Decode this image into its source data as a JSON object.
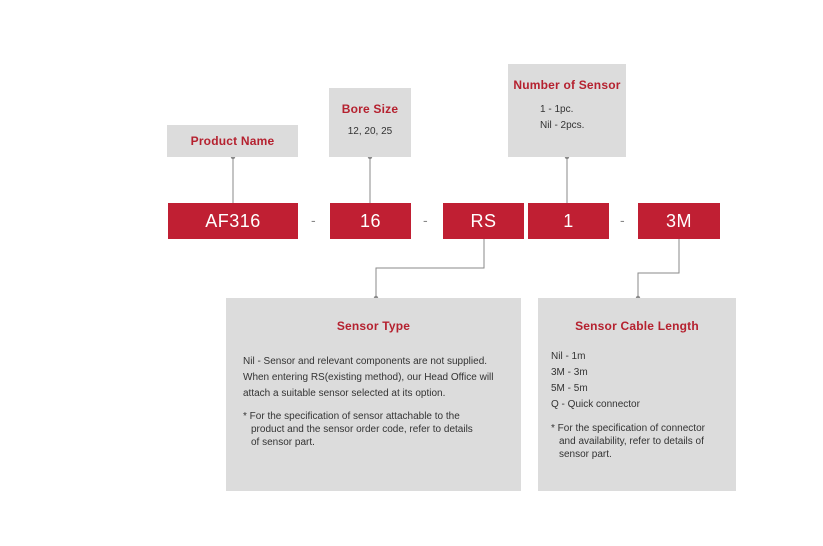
{
  "product_name": {
    "title": "Product Name"
  },
  "bore_size": {
    "title": "Bore Size",
    "values": "12, 20, 25"
  },
  "number_of_sensor": {
    "title": "Number of Sensor",
    "options": [
      "1 - 1pc.",
      "Nil - 2pcs."
    ]
  },
  "code": {
    "product": "AF316",
    "bore": "16",
    "sensor_type": "RS",
    "sensor_count": "1",
    "cable_length": "3M",
    "separator": "-"
  },
  "sensor_type": {
    "title": "Sensor Type",
    "description": [
      "Nil - Sensor and relevant components are not supplied.",
      "When entering RS(existing method), our Head Office will",
      "attach a suitable sensor selected at its option."
    ],
    "note": [
      "* For the specification of sensor attachable to the",
      "product and the sensor order code, refer to details",
      "of sensor part."
    ]
  },
  "sensor_cable_length": {
    "title": "Sensor Cable Length",
    "options": [
      "Nil - 1m",
      "3M - 3m",
      "5M - 5m",
      "Q - Quick connector"
    ],
    "note": [
      "* For the specification of connector",
      "and availability, refer to details of",
      "sensor part."
    ]
  },
  "colors": {
    "code_box": "#c01f33",
    "title_text": "#b5212f",
    "info_box": "#dcdcdc",
    "connector": "#888888"
  }
}
